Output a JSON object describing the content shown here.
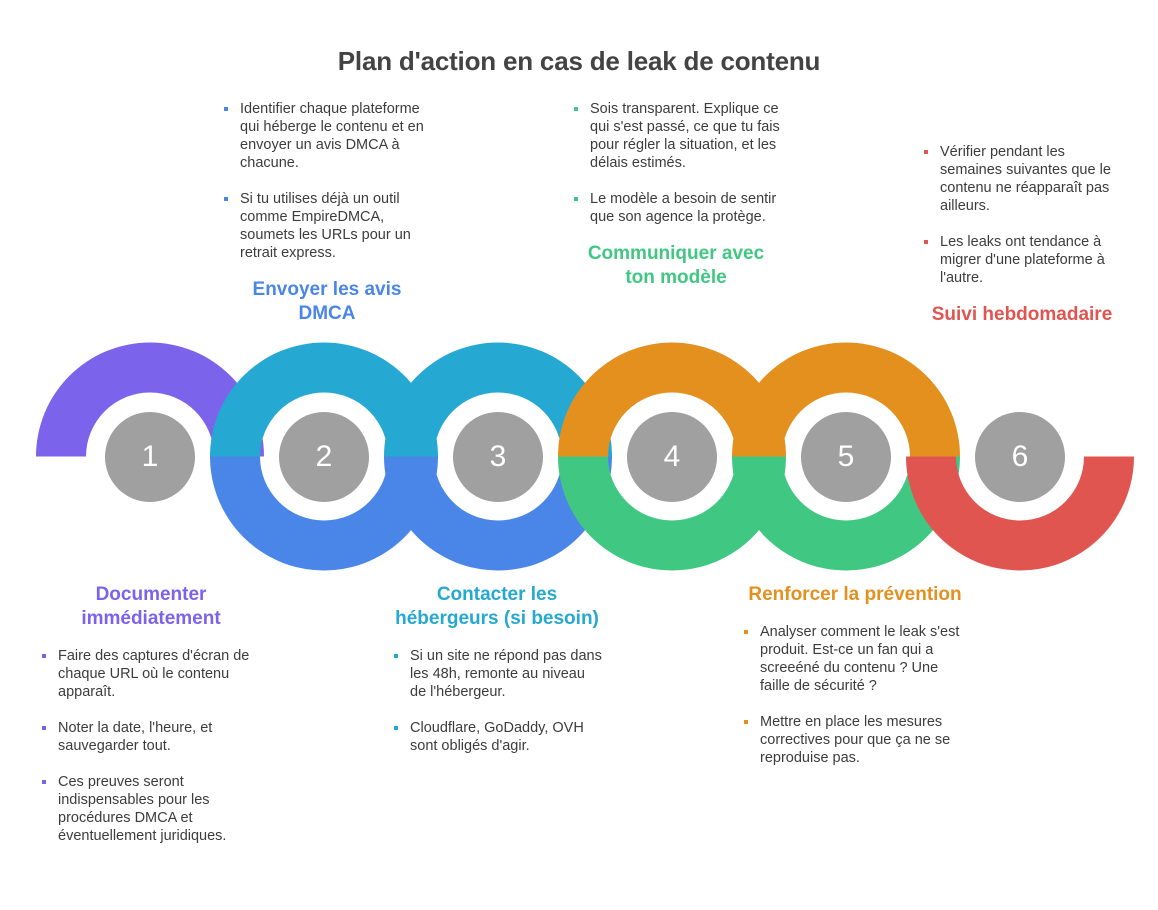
{
  "page": {
    "title": "Plan d'action en cas de leak de contenu",
    "background": "#ffffff",
    "title_color": "#434343"
  },
  "palette": {
    "step1": "#7c63ec",
    "step2": "#4a86e8",
    "step3": "#25a8d1",
    "step4": "#40c882",
    "step5": "#e4901f",
    "step6": "#e05550",
    "circle": "#a0a0a0",
    "circle_text": "#ffffff",
    "body_text": "#3c3c3c"
  },
  "steps": [
    {
      "number": "1",
      "title": "Documenter immédiatement",
      "color": "#7c63ec",
      "position": "below",
      "bullets": [
        "Faire des captures d'écran de chaque URL où le contenu apparaît.",
        "Noter la date, l'heure, et sauvegarder tout.",
        "Ces preuves seront indispensables pour les procédures DMCA et éventuellement juridiques."
      ]
    },
    {
      "number": "2",
      "title": "Envoyer les avis DMCA",
      "color": "#4a86e8",
      "position": "above",
      "bullets": [
        "Identifier chaque plateforme qui héberge le contenu et en envoyer un avis DMCA à chacune.",
        "Si tu utilises déjà un outil comme EmpireDMCA, soumets les URLs pour un retrait express."
      ]
    },
    {
      "number": "3",
      "title": "Contacter les hébergeurs (si besoin)",
      "color": "#25a8d1",
      "position": "below",
      "bullets": [
        "Si un site ne répond pas dans les 48h, remonte au niveau de l'hébergeur.",
        "Cloudflare, GoDaddy, OVH sont obligés d'agir."
      ]
    },
    {
      "number": "4",
      "title": "Communiquer avec ton modèle",
      "color": "#40c882",
      "position": "above",
      "bullets": [
        "Sois transparent. Explique ce qui s'est passé, ce que tu fais pour régler la situation, et les délais estimés.",
        "Le modèle a besoin de sentir que son agence la protège."
      ]
    },
    {
      "number": "5",
      "title": "Renforcer la prévention",
      "color": "#e4901f",
      "position": "below",
      "bullets": [
        "Analyser comment le leak s'est produit. Est-ce un fan qui a screeéné du contenu ? Une faille de sécurité ?",
        "Mettre en place les mesures correctives pour que ça ne se reproduise pas."
      ]
    },
    {
      "number": "6",
      "title": "Suivi hebdomadaire",
      "color": "#e05550",
      "position": "above",
      "bullets": [
        "Vérifier pendant les semaines suivantes que le contenu ne réapparaît pas ailleurs.",
        "Les leaks ont tendance à migrer d'une plateforme à l'autre."
      ]
    }
  ]
}
